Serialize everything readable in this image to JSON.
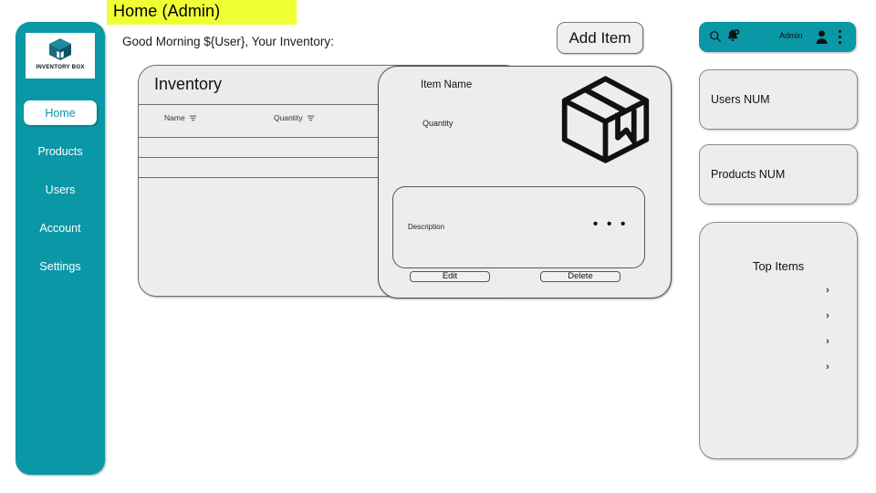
{
  "page": {
    "title": "Home (Admin)",
    "greeting": "Good Morning ${User}, Your Inventory:",
    "highlight_color": "#efff33",
    "brand_color": "#0a97a6"
  },
  "sidebar": {
    "brand": {
      "name": "INVENTORY BOX",
      "icon": "inventory-box-logo-icon"
    },
    "items": [
      {
        "label": "Home",
        "active": true
      },
      {
        "label": "Products",
        "active": false
      },
      {
        "label": "Users",
        "active": false
      },
      {
        "label": "Account",
        "active": false
      },
      {
        "label": "Settings",
        "active": false
      }
    ]
  },
  "toolbar": {
    "add_item_label": "Add Item"
  },
  "inventory": {
    "title": "Inventory",
    "columns": [
      {
        "label": "Name",
        "filter_icon": "filter-funnel-icon"
      },
      {
        "label": "Quantity",
        "filter_icon": "filter-funnel-icon"
      }
    ],
    "rows": [
      {
        "name": "",
        "quantity": ""
      },
      {
        "name": "",
        "quantity": ""
      }
    ]
  },
  "item_detail": {
    "name_label": "Item Name",
    "quantity_label": "Quantity",
    "image_icon": "package-box-icon",
    "description_label": "Description",
    "description_overflow": "• • •",
    "edit_label": "Edit",
    "delete_label": "Delete"
  },
  "topbar": {
    "search_icon": "search-icon",
    "notifications_icon": "bell-notification-icon",
    "user_label": "Admin",
    "profile_icon": "person-icon",
    "menu_icon": "kebab-menu-icon"
  },
  "stats": [
    {
      "label": "Users  NUM"
    },
    {
      "label": "Products  NUM"
    }
  ],
  "top_items": {
    "title": "Top Items",
    "rows": [
      {
        "label": "",
        "chevron": "chevron-right-icon"
      },
      {
        "label": "",
        "chevron": "chevron-right-icon"
      },
      {
        "label": "",
        "chevron": "chevron-right-icon"
      },
      {
        "label": "",
        "chevron": "chevron-right-icon"
      }
    ]
  }
}
